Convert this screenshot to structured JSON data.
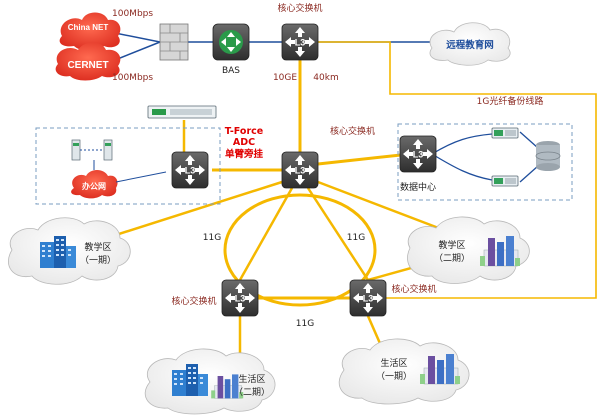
{
  "labels": {
    "china_net": "China NET",
    "cernet": "CERNET",
    "bw_top": "100Mbps",
    "bw_bottom": "100Mbps",
    "bas": "BAS",
    "core_top": "核心交换机",
    "ge10": "10GE",
    "km40": "40km",
    "remote_net": "远程教育网",
    "fiber_backup": "1G光纤备份线路",
    "tforce1": "T-Force",
    "tforce2": "ADC",
    "tforce3": "单臂旁挂",
    "core_mid": "核心交换机",
    "office": "办公网",
    "datacenter": "数据中心",
    "edu1_a": "教学区",
    "edu1_b": "（一期）",
    "edu2_a": "教学区",
    "edu2_b": "（二期）",
    "g_left": "11G",
    "g_right": "11G",
    "g_bottom": "11G",
    "core_bl": "核心交换机",
    "core_br": "核心交换机",
    "life2_a": "生活区",
    "life2_b": "（二期）",
    "life1_a": "生活区",
    "life1_b": "（一期）",
    "l3": "L3"
  },
  "icons": {
    "switch": "l3-switch-icon",
    "firewall": "firewall-icon",
    "bas": "bas-router-icon",
    "server": "rack-server-icon",
    "storage": "storage-icon",
    "building": "building-icon",
    "cloud": "cloud-icon"
  },
  "colors": {
    "link_orange": "#f5b800",
    "link_blue": "#1f4e9c",
    "switch_dark": "#4a4a4a",
    "text_red": "#8b2a22",
    "alert_red": "#e00000",
    "cernet_red": "#e03a2a"
  }
}
